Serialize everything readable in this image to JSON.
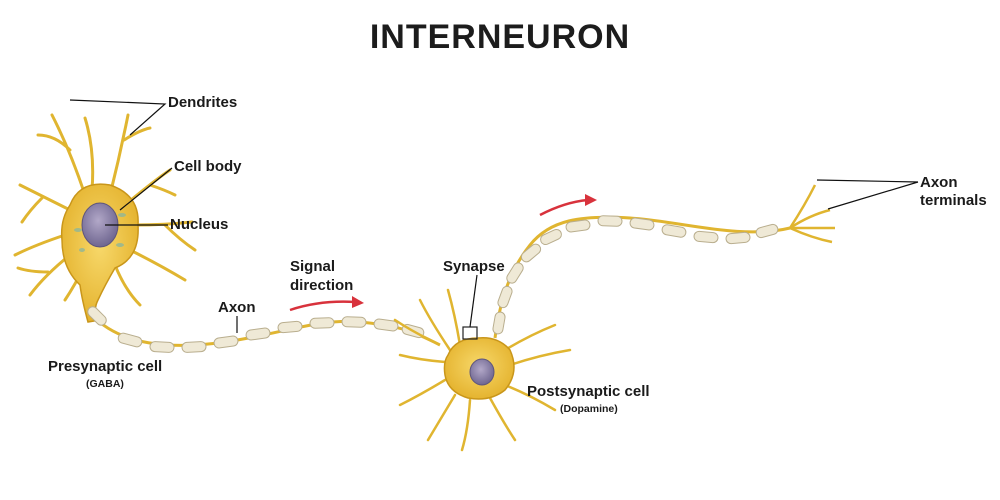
{
  "title": "INTERNEURON",
  "labels": {
    "dendrites": "Dendrites",
    "cell_body": "Cell body",
    "nucleus": "Nucleus",
    "axon": "Axon",
    "signal_direction_line1": "Signal",
    "signal_direction_line2": "direction",
    "synapse": "Synapse",
    "axon_terminals_line1": "Axon",
    "axon_terminals_line2": "terminals",
    "presynaptic_cell": "Presynaptic cell",
    "presynaptic_type": "(GABA)",
    "postsynaptic_cell": "Postsynaptic cell",
    "postsynaptic_type": "(Dopamine)"
  },
  "colors": {
    "cell": "#f2c83a",
    "cell_edge": "#c9961a",
    "nucleus": "#8a7fa8",
    "myelin": "#efe9d6",
    "arrow": "#d8323c"
  }
}
